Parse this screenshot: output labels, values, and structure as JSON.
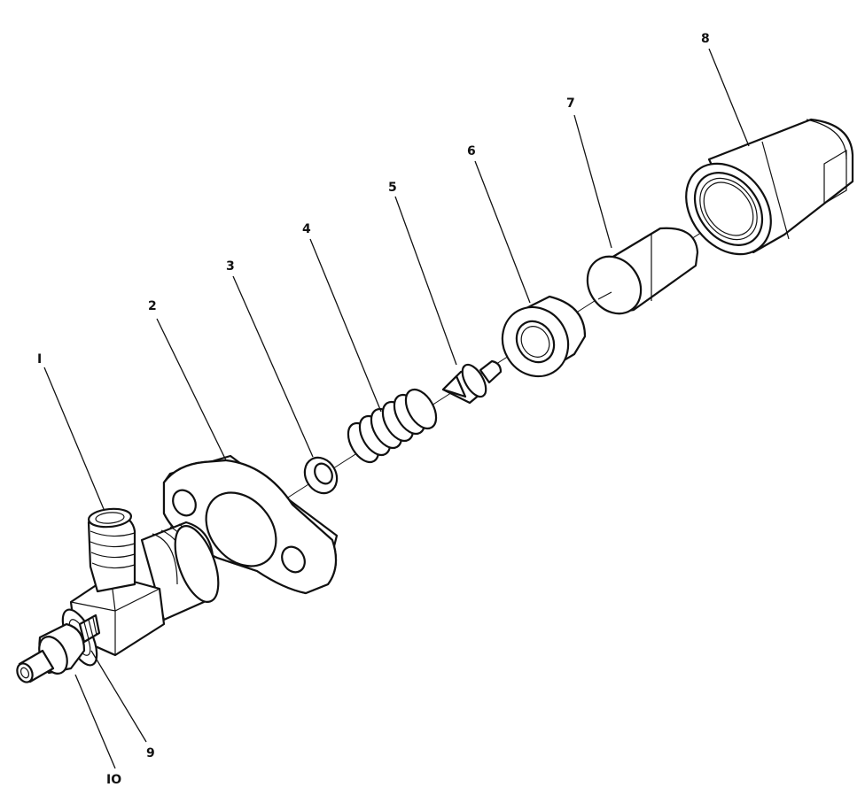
{
  "diagram": {
    "callouts": [
      {
        "id": "1",
        "label": "I"
      },
      {
        "id": "2",
        "label": "2"
      },
      {
        "id": "3",
        "label": "3"
      },
      {
        "id": "4",
        "label": "4"
      },
      {
        "id": "5",
        "label": "5"
      },
      {
        "id": "6",
        "label": "6"
      },
      {
        "id": "7",
        "label": "7"
      },
      {
        "id": "8",
        "label": "8"
      },
      {
        "id": "9",
        "label": "9"
      },
      {
        "id": "10",
        "label": "IO"
      }
    ]
  },
  "colors": {
    "ink": "#111111",
    "paper": "#ffffff"
  }
}
